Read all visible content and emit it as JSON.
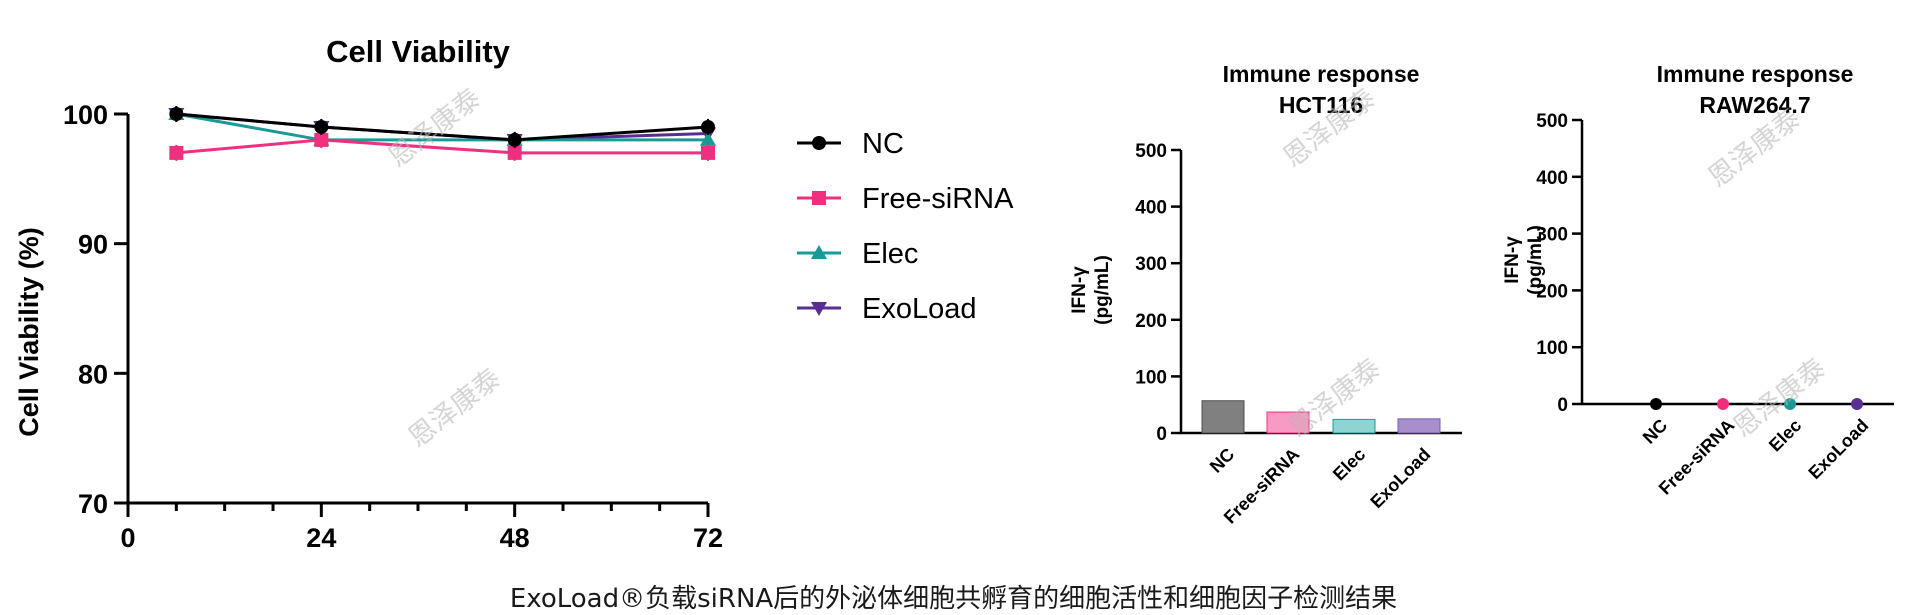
{
  "caption": "ExoLoad®负载siRNA后的外泌体细胞共孵育的细胞活性和细胞因子检测结果",
  "watermark": "恩泽康泰",
  "chart_data": [
    {
      "type": "line",
      "title": "Cell Viability",
      "xlabel": "",
      "ylabel": "Cell Viability (%)",
      "xlim": [
        0,
        72
      ],
      "ylim": [
        70,
        100
      ],
      "xticks": [
        "0",
        "24",
        "48",
        "72"
      ],
      "yticks": [
        "70",
        "80",
        "90",
        "100"
      ],
      "legend_position": "right",
      "x": [
        6,
        24,
        48,
        72
      ],
      "series": [
        {
          "name": "NC",
          "color": "#000000",
          "marker": "circle",
          "values": [
            100,
            99,
            98,
            99
          ]
        },
        {
          "name": "Free-siRNA",
          "color": "#f0307f",
          "marker": "square",
          "values": [
            97,
            98,
            97,
            97
          ]
        },
        {
          "name": "Elec",
          "color": "#1a9a96",
          "marker": "triangle-up",
          "values": [
            100,
            98,
            98,
            98
          ]
        },
        {
          "name": "ExoLoad",
          "color": "#5a2d91",
          "marker": "triangle-down",
          "values": [
            100,
            99,
            98,
            98.5
          ]
        }
      ]
    },
    {
      "type": "bar",
      "title": "Immune response",
      "subtitle": "HCT116",
      "ylabel_line1": "IFN-γ",
      "ylabel_line2": "(pg/mL)",
      "ylim": [
        0,
        500
      ],
      "yticks": [
        "0",
        "100",
        "200",
        "300",
        "400",
        "500"
      ],
      "categories": [
        "NC",
        "Free-siRNA",
        "Elec",
        "ExoLoad"
      ],
      "values": [
        57,
        37,
        24,
        25
      ],
      "colors": [
        "#808080",
        "#f79ac4",
        "#8fd4d2",
        "#a78fcc"
      ],
      "edge_colors": [
        "#4d4d4d",
        "#f0307f",
        "#1a9a96",
        "#7a5ab0"
      ]
    },
    {
      "type": "scatter",
      "title": "Immune response",
      "subtitle": "RAW264.7",
      "ylabel_line1": "IFN-γ",
      "ylabel_line2": "(pg/mL)",
      "ylim": [
        0,
        500
      ],
      "yticks": [
        "0",
        "100",
        "200",
        "300",
        "400",
        "500"
      ],
      "categories": [
        "NC",
        "Free-siRNA",
        "Elec",
        "ExoLoad"
      ],
      "values": [
        0,
        0,
        0,
        0
      ],
      "colors": [
        "#000000",
        "#f0307f",
        "#1a9a96",
        "#5a2d91"
      ]
    }
  ]
}
